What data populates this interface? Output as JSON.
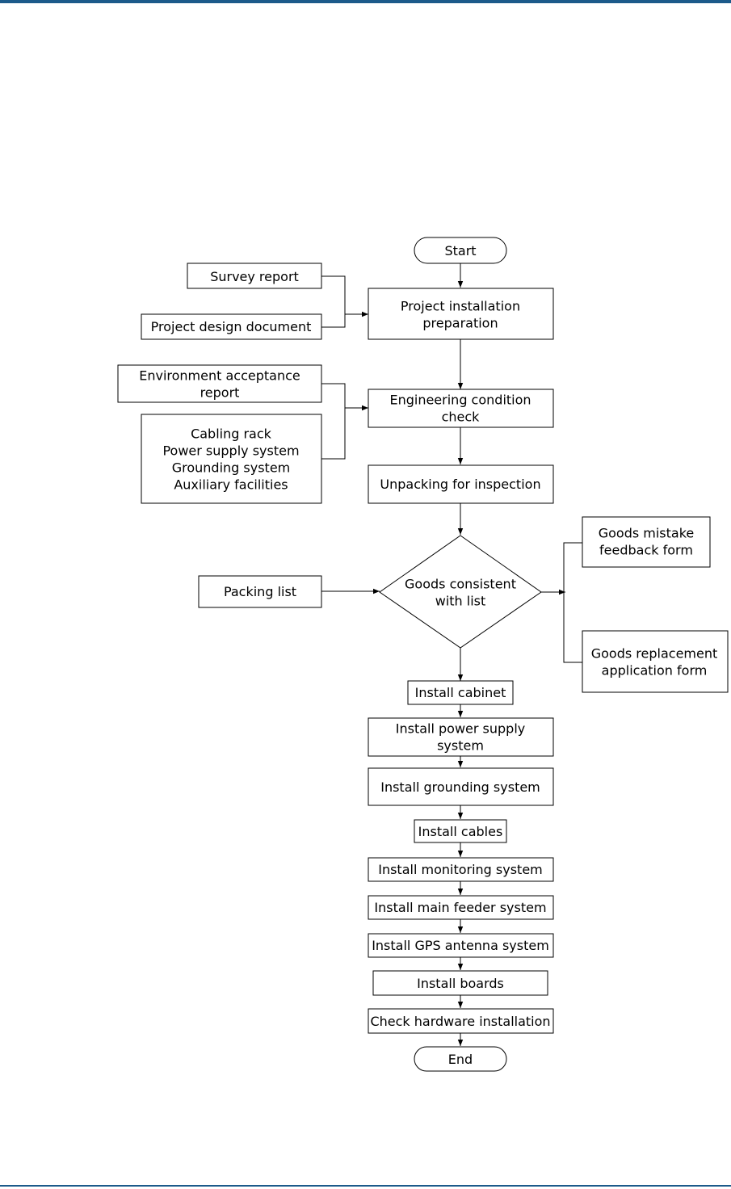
{
  "diagram": {
    "nodes": {
      "start": [
        "Start"
      ],
      "survey_report": [
        "Survey report"
      ],
      "design_doc": [
        "Project design document"
      ],
      "install_prep": [
        "Project installation",
        "preparation"
      ],
      "env_report": [
        "Environment acceptance",
        "report"
      ],
      "facilities": [
        "Cabling rack",
        "Power supply system",
        "Grounding system",
        "Auxiliary facilities"
      ],
      "eng_check": [
        "Engineering condition",
        "check"
      ],
      "unpacking": [
        "Unpacking for inspection"
      ],
      "packing_list": [
        "Packing list"
      ],
      "goods_decision": [
        "Goods consistent",
        "with list"
      ],
      "mistake_form": [
        "Goods mistake",
        "feedback form"
      ],
      "replacement_form": [
        "Goods replacement",
        "application form"
      ],
      "install_cabinet": [
        "Install cabinet"
      ],
      "install_power": [
        "Install power supply",
        "system"
      ],
      "install_grounding": [
        "Install grounding system"
      ],
      "install_cables": [
        "Install cables"
      ],
      "install_monitoring": [
        "Install monitoring system"
      ],
      "install_feeder": [
        "Install main feeder system"
      ],
      "install_gps": [
        "Install GPS antenna system"
      ],
      "install_boards": [
        "Install boards"
      ],
      "check_hardware": [
        "Check hardware installation"
      ],
      "end": [
        "End"
      ]
    }
  }
}
